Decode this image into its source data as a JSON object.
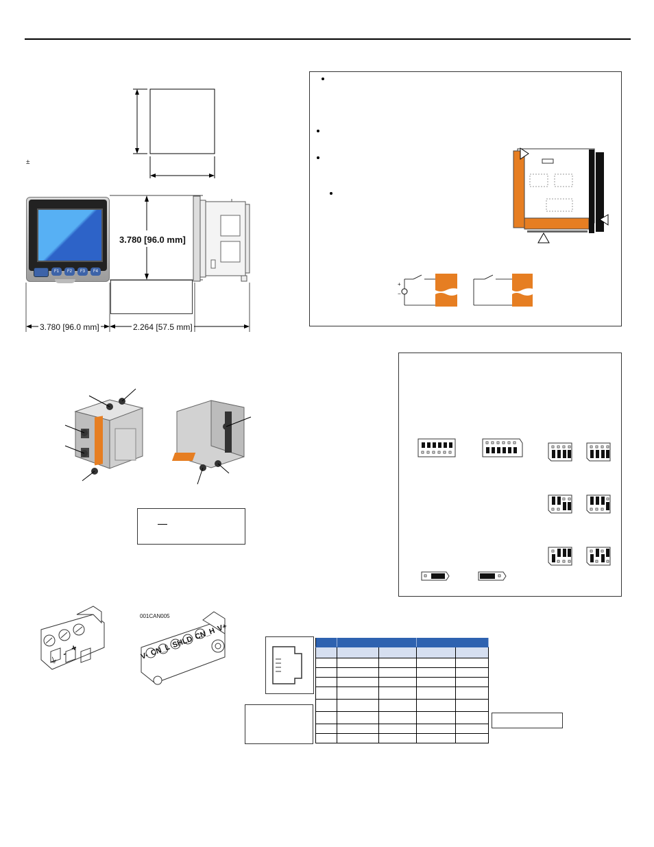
{
  "plusminus": "±",
  "dims": {
    "height_label": "3.780 [96.0 mm]",
    "width_label": "3.780 [96.0 mm]",
    "depth_label": "2.264 [57.5 mm]"
  },
  "keys": [
    "F1",
    "F2",
    "F3",
    "F4"
  ],
  "cable_code": "001CAN005",
  "can_pins": [
    "V-",
    "CN_L",
    "SHLD",
    "CN_H",
    "V+"
  ],
  "power_pins": [
    "⏚",
    "-",
    "+"
  ],
  "wiring": {
    "plus": "+",
    "minus": "−"
  },
  "colors": {
    "orange": "#e67e22",
    "table_header": "#2e62b0",
    "table_subheader": "#d6dff0",
    "screen_blue": "#2f7bd6"
  }
}
